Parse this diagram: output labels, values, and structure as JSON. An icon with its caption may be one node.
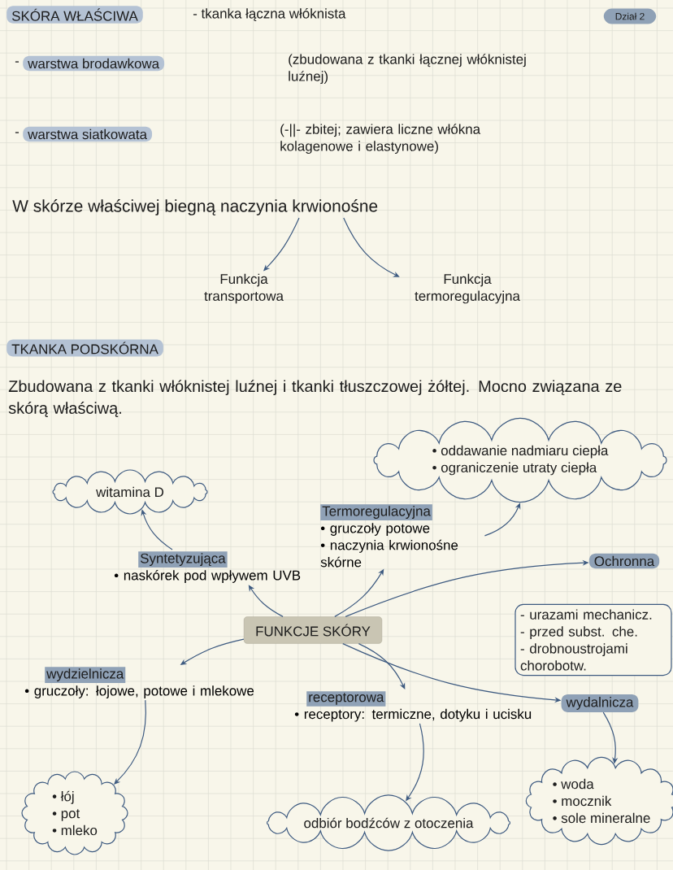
{
  "diagram": {
    "nodes": [
      {
        "text": [
          "SKÓRA WŁAŚCIWA"
        ]
      },
      {
        "text": [
          "Dział 2"
        ]
      },
      {
        "text": [
          "warstwa brodawkowa"
        ],
        "beside": [
          "-"
        ]
      },
      {
        "text": [
          "warstwa siatkowata"
        ],
        "beside": [
          "-"
        ]
      },
      {
        "text": [
          "W skórze właściwej biegną naczynia krwionośne"
        ]
      },
      {
        "text": [
          "Funkcja transportowa"
        ]
      },
      {
        "text": [
          "Funkcja termoregulacyjna"
        ]
      },
      {
        "text": [
          "TKANKA PODSKÓRNA"
        ]
      },
      {
        "text": [
          "FUNKCJE SKÓRY"
        ]
      },
      {
        "text": [
          "witamina D"
        ]
      },
      {
        "text": [
          "Syntetyzująca",
          "• naskórek pod wpływem UVB"
        ]
      },
      {
        "text": [
          "• oddawanie nadmiaru ciepła",
          "• ograniczenie utraty ciepła"
        ]
      },
      {
        "text": [
          "Termoregulacyjna",
          "• gruczoły potowe",
          "• naczynia krwionośne skórne"
        ]
      },
      {
        "text": [
          "Ochronna"
        ]
      },
      {
        "text": [
          "- urazami mechanicz.",
          "- przed subst. che.",
          "- drobnoustrojami chorobotw."
        ]
      },
      {
        "text": [
          "wydzielnicza",
          "• gruczoły: łojowe, potowe i mlekowe"
        ]
      },
      {
        "text": [
          "receptorowa",
          "• receptory: termiczne, dotyku i ucisku"
        ]
      },
      {
        "text": [
          "wydalnicza"
        ]
      },
      {
        "text": [
          "• łój",
          "• pot",
          "• mleko"
        ]
      },
      {
        "text": [
          "odbiór bodźców z otoczenia"
        ]
      },
      {
        "text": [
          "• woda",
          "• mocznik",
          "• sole mineralne"
        ]
      }
    ],
    "edges": [
      {
        "from": 4,
        "to": 5,
        "arrow": "to"
      },
      {
        "from": 4,
        "to": 6,
        "arrow": "to"
      },
      {
        "from": 8,
        "to": 10,
        "arrow": "to"
      },
      {
        "from": 10,
        "to": 9,
        "arrow": "to"
      },
      {
        "from": 8,
        "to": 12,
        "arrow": "to"
      },
      {
        "from": 12,
        "to": 11,
        "arrow": "to"
      },
      {
        "from": 8,
        "to": 13,
        "arrow": "to"
      },
      {
        "from": 8,
        "to": 17,
        "arrow": "to"
      },
      {
        "from": 8,
        "to": 15,
        "arrow": "to"
      },
      {
        "from": 8,
        "to": 16,
        "arrow": "to"
      },
      {
        "from": 17,
        "to": 20,
        "arrow": "to"
      },
      {
        "from": 15,
        "to": 18,
        "arrow": "to"
      },
      {
        "from": 16,
        "to": 19,
        "arrow": "to"
      }
    ],
    "labels": [
      "- tkanka łączna włóknista",
      "(zbudowana z tkanki łącznej włóknistej luźnej)",
      "(-||- zbitej; zawiera liczne włókna kolagenowe i elastynowe)",
      "Zbudowana z tkanki włóknistej luźnej i tkanki tłuszczowej żółtej. Mocno związana ze skórą właściwą."
    ]
  }
}
